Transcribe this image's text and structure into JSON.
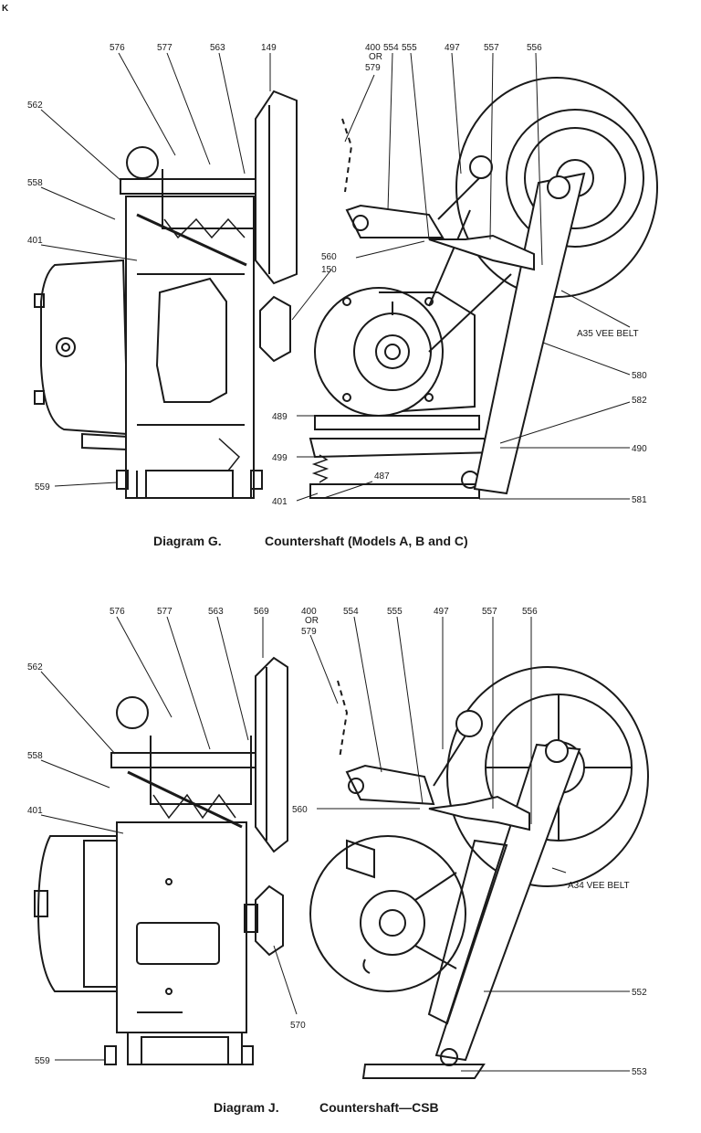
{
  "page_marker": "K",
  "diagrams": [
    {
      "id": "G",
      "caption_tag": "Diagram G.",
      "caption_title": "Countershaft (Models A, B and C)",
      "belt_label": "A35 VEE BELT",
      "parts": {
        "p576": "576",
        "p577": "577",
        "p563": "563",
        "p149": "149",
        "p400": "400",
        "p_or": "OR",
        "p579": "579",
        "p554": "554",
        "p555": "555",
        "p497": "497",
        "p557": "557",
        "p556": "556",
        "p562": "562",
        "p558": "558",
        "p401": "401",
        "p560": "560",
        "p150": "150",
        "p580": "580",
        "p582": "582",
        "p489": "489",
        "p490": "490",
        "p499": "499",
        "p487": "487",
        "p559": "559",
        "p401b": "401",
        "p581": "581"
      }
    },
    {
      "id": "J",
      "caption_tag": "Diagram J.",
      "caption_title": "Countershaft—CSB",
      "belt_label": "A34 VEE BELT",
      "parts": {
        "p576": "576",
        "p577": "577",
        "p563": "563",
        "p569": "569",
        "p400": "400",
        "p_or": "OR",
        "p579": "579",
        "p554": "554",
        "p555": "555",
        "p497": "497",
        "p557": "557",
        "p556": "556",
        "p562": "562",
        "p558": "558",
        "p401": "401",
        "p560": "560",
        "p552": "552",
        "p570": "570",
        "p559": "559",
        "p553": "553"
      }
    }
  ]
}
